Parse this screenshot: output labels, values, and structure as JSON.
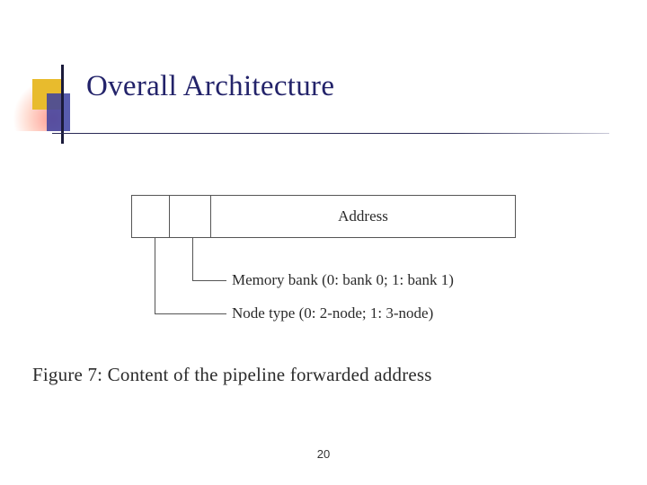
{
  "slide": {
    "title": "Overall Architecture",
    "page_number": "20"
  },
  "figure": {
    "table": {
      "cells": [
        {
          "label": "",
          "name": "node-type-field"
        },
        {
          "label": "",
          "name": "memory-bank-field"
        },
        {
          "label": "Address",
          "name": "address-field"
        }
      ]
    },
    "callouts": [
      {
        "text": "Memory bank (0: bank 0; 1: bank 1)"
      },
      {
        "text": "Node type (0: 2-node; 1: 3-node)"
      }
    ],
    "caption": "Figure 7: Content of the pipeline forwarded address"
  },
  "theme": {
    "title_color": "#23236a",
    "accent_gold": "#e8bb2d",
    "accent_blue": "#3b3fa0",
    "rule_color": "#2a2a55"
  }
}
